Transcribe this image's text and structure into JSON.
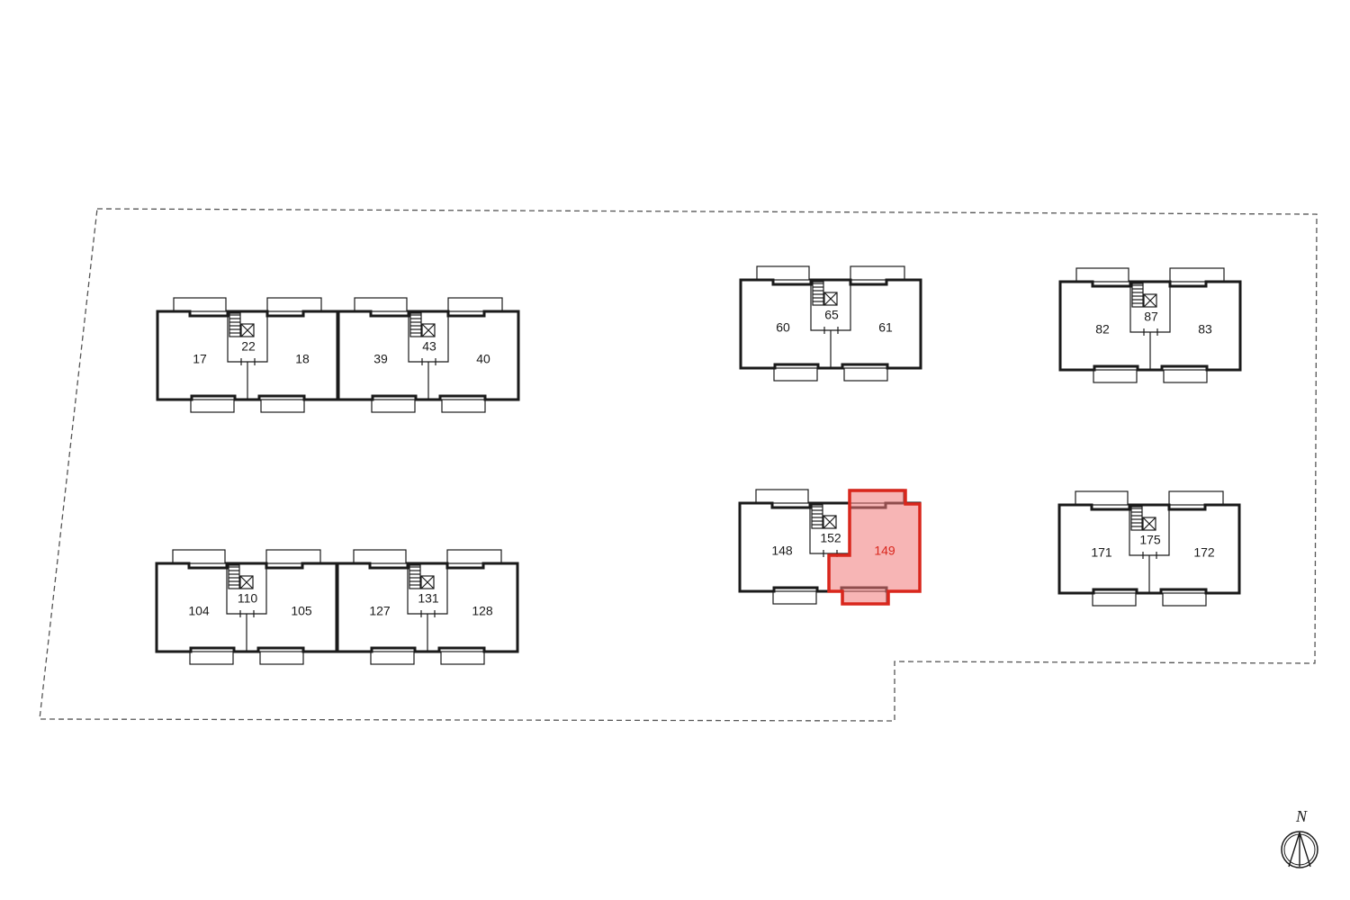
{
  "site_plan": {
    "north_label": "N",
    "highlighted_unit": "149",
    "buildings": [
      {
        "id": "b1",
        "stair": "22",
        "left_unit": "17",
        "right_unit": "18"
      },
      {
        "id": "b2",
        "stair": "43",
        "left_unit": "39",
        "right_unit": "40"
      },
      {
        "id": "b3",
        "stair": "65",
        "left_unit": "60",
        "right_unit": "61"
      },
      {
        "id": "b4",
        "stair": "87",
        "left_unit": "82",
        "right_unit": "83"
      },
      {
        "id": "b5",
        "stair": "110",
        "left_unit": "104",
        "right_unit": "105"
      },
      {
        "id": "b6",
        "stair": "131",
        "left_unit": "127",
        "right_unit": "128"
      },
      {
        "id": "b7",
        "stair": "152",
        "left_unit": "148",
        "right_unit": "149"
      },
      {
        "id": "b8",
        "stair": "175",
        "left_unit": "171",
        "right_unit": "172"
      }
    ]
  }
}
